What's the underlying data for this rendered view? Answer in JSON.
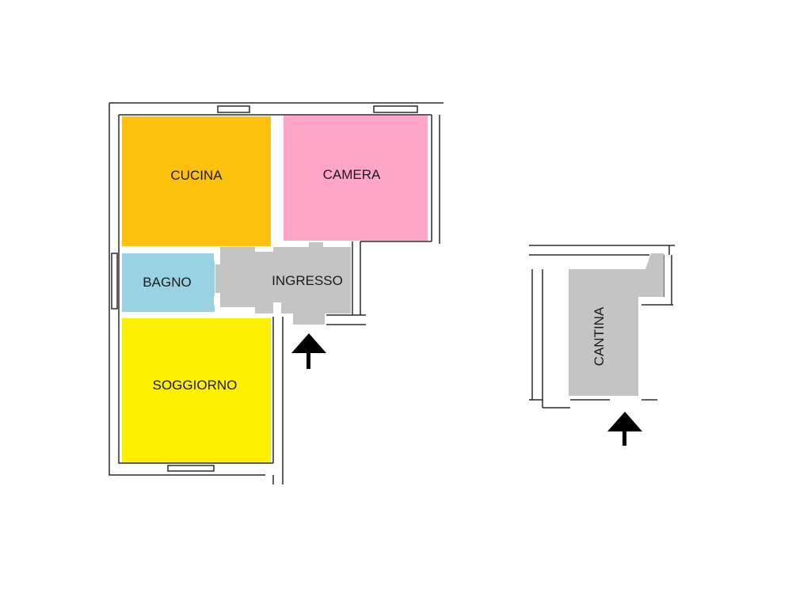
{
  "rooms": {
    "cucina": {
      "label": "CUCINA",
      "color": "#FCC10C"
    },
    "camera": {
      "label": "CAMERA",
      "color": "#FFA6C8"
    },
    "bagno": {
      "label": "BAGNO",
      "color": "#99D3E3"
    },
    "ingresso": {
      "label": "INGRESSO",
      "color": "#C4C4C4"
    },
    "soggiorno": {
      "label": "SOGGIORNO",
      "color": "#FFEF00"
    },
    "cantina": {
      "label": "CANTINA",
      "color": "#C4C4C4"
    }
  },
  "icons": {
    "entrance_main": "entrance-arrow-icon",
    "entrance_cantina": "entrance-arrow-icon"
  },
  "colors": {
    "wall": "#2a2a2a",
    "background": "#ffffff"
  }
}
